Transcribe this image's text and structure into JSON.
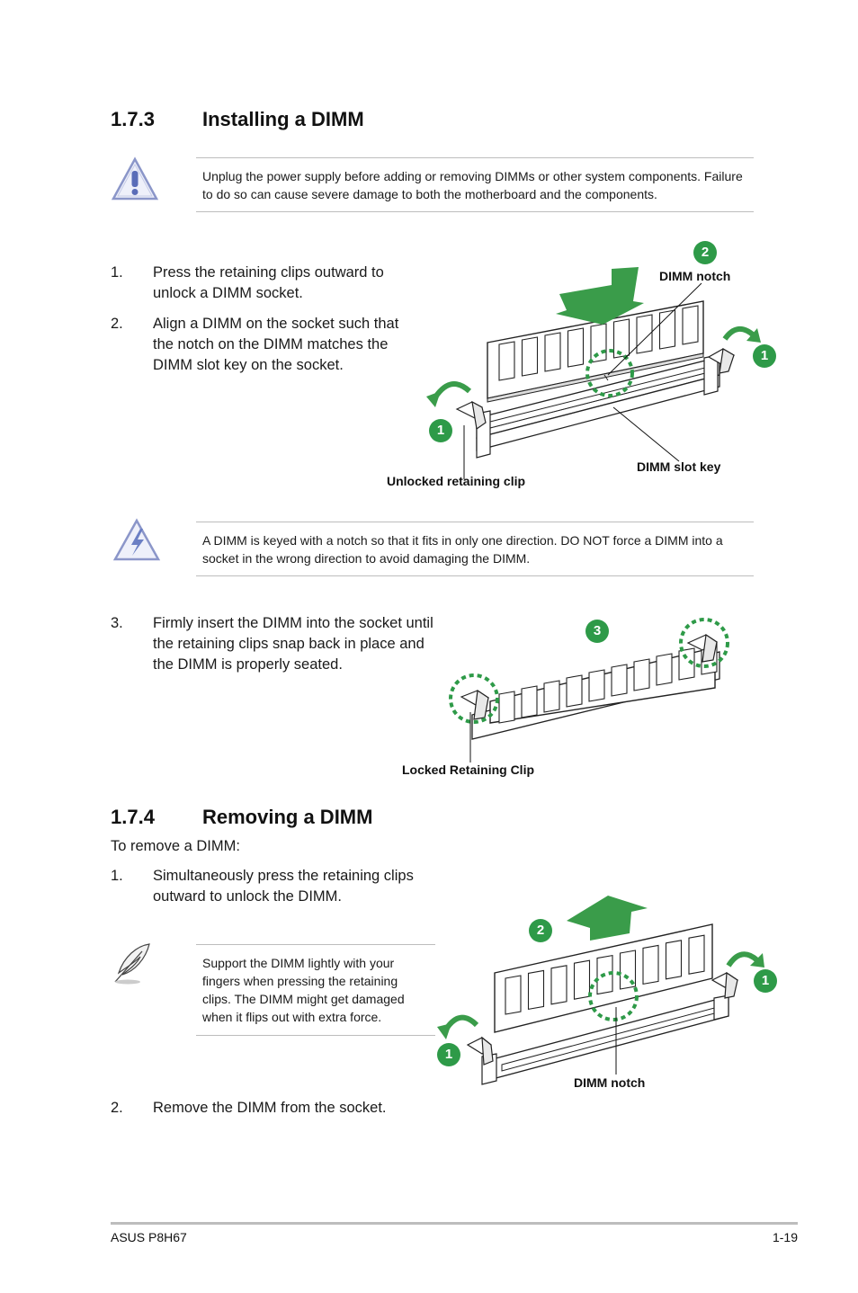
{
  "section_install": {
    "number": "1.7.3",
    "title": "Installing a DIMM",
    "warning": "Unplug the power supply before adding or removing DIMMs or other system components. Failure to do so can cause severe damage to both the motherboard and the components.",
    "steps": [
      {
        "num": "1.",
        "text": "Press the retaining clips outward to unlock a DIMM socket."
      },
      {
        "num": "2.",
        "text": "Align a DIMM on the socket such that the notch on the DIMM matches the DIMM slot key on the socket."
      },
      {
        "num": "3.",
        "text": "Firmly insert the DIMM into the socket until the retaining clips snap back in place and the DIMM is properly seated."
      }
    ],
    "caution": "A DIMM is keyed with a notch so that it fits in only one direction. DO NOT force a DIMM into a socket in the wrong direction to avoid damaging the DIMM.",
    "figure1": {
      "labels": {
        "dimm_notch": "DIMM notch",
        "dimm_slot_key": "DIMM slot key",
        "unlocked_clip": "Unlocked retaining clip"
      },
      "badges": {
        "step2": "2",
        "right_clip": "1",
        "left_clip": "1"
      }
    },
    "figure2": {
      "labels": {
        "locked_clip": "Locked Retaining Clip"
      },
      "badges": {
        "step3": "3"
      }
    }
  },
  "section_remove": {
    "number": "1.7.4",
    "title": "Removing a DIMM",
    "intro": "To remove a DIMM:",
    "steps": [
      {
        "num": "1.",
        "text": "Simultaneously press the retaining clips outward to unlock the DIMM."
      },
      {
        "num": "2.",
        "text": "Remove the DIMM from the socket."
      }
    ],
    "note": "Support the DIMM lightly with your fingers when pressing the retaining clips. The DIMM might get damaged when it flips out with extra force.",
    "figure3": {
      "labels": {
        "dimm_notch": "DIMM notch"
      },
      "badges": {
        "step2": "2",
        "right_clip": "1",
        "left_clip": "1"
      }
    }
  },
  "footer": {
    "left": "ASUS P8H67",
    "right": "1-19"
  },
  "colors": {
    "accent_green": "#2e9a48",
    "arrow_green": "#3a9c4a",
    "icon_blue": "#6b7fc4"
  }
}
